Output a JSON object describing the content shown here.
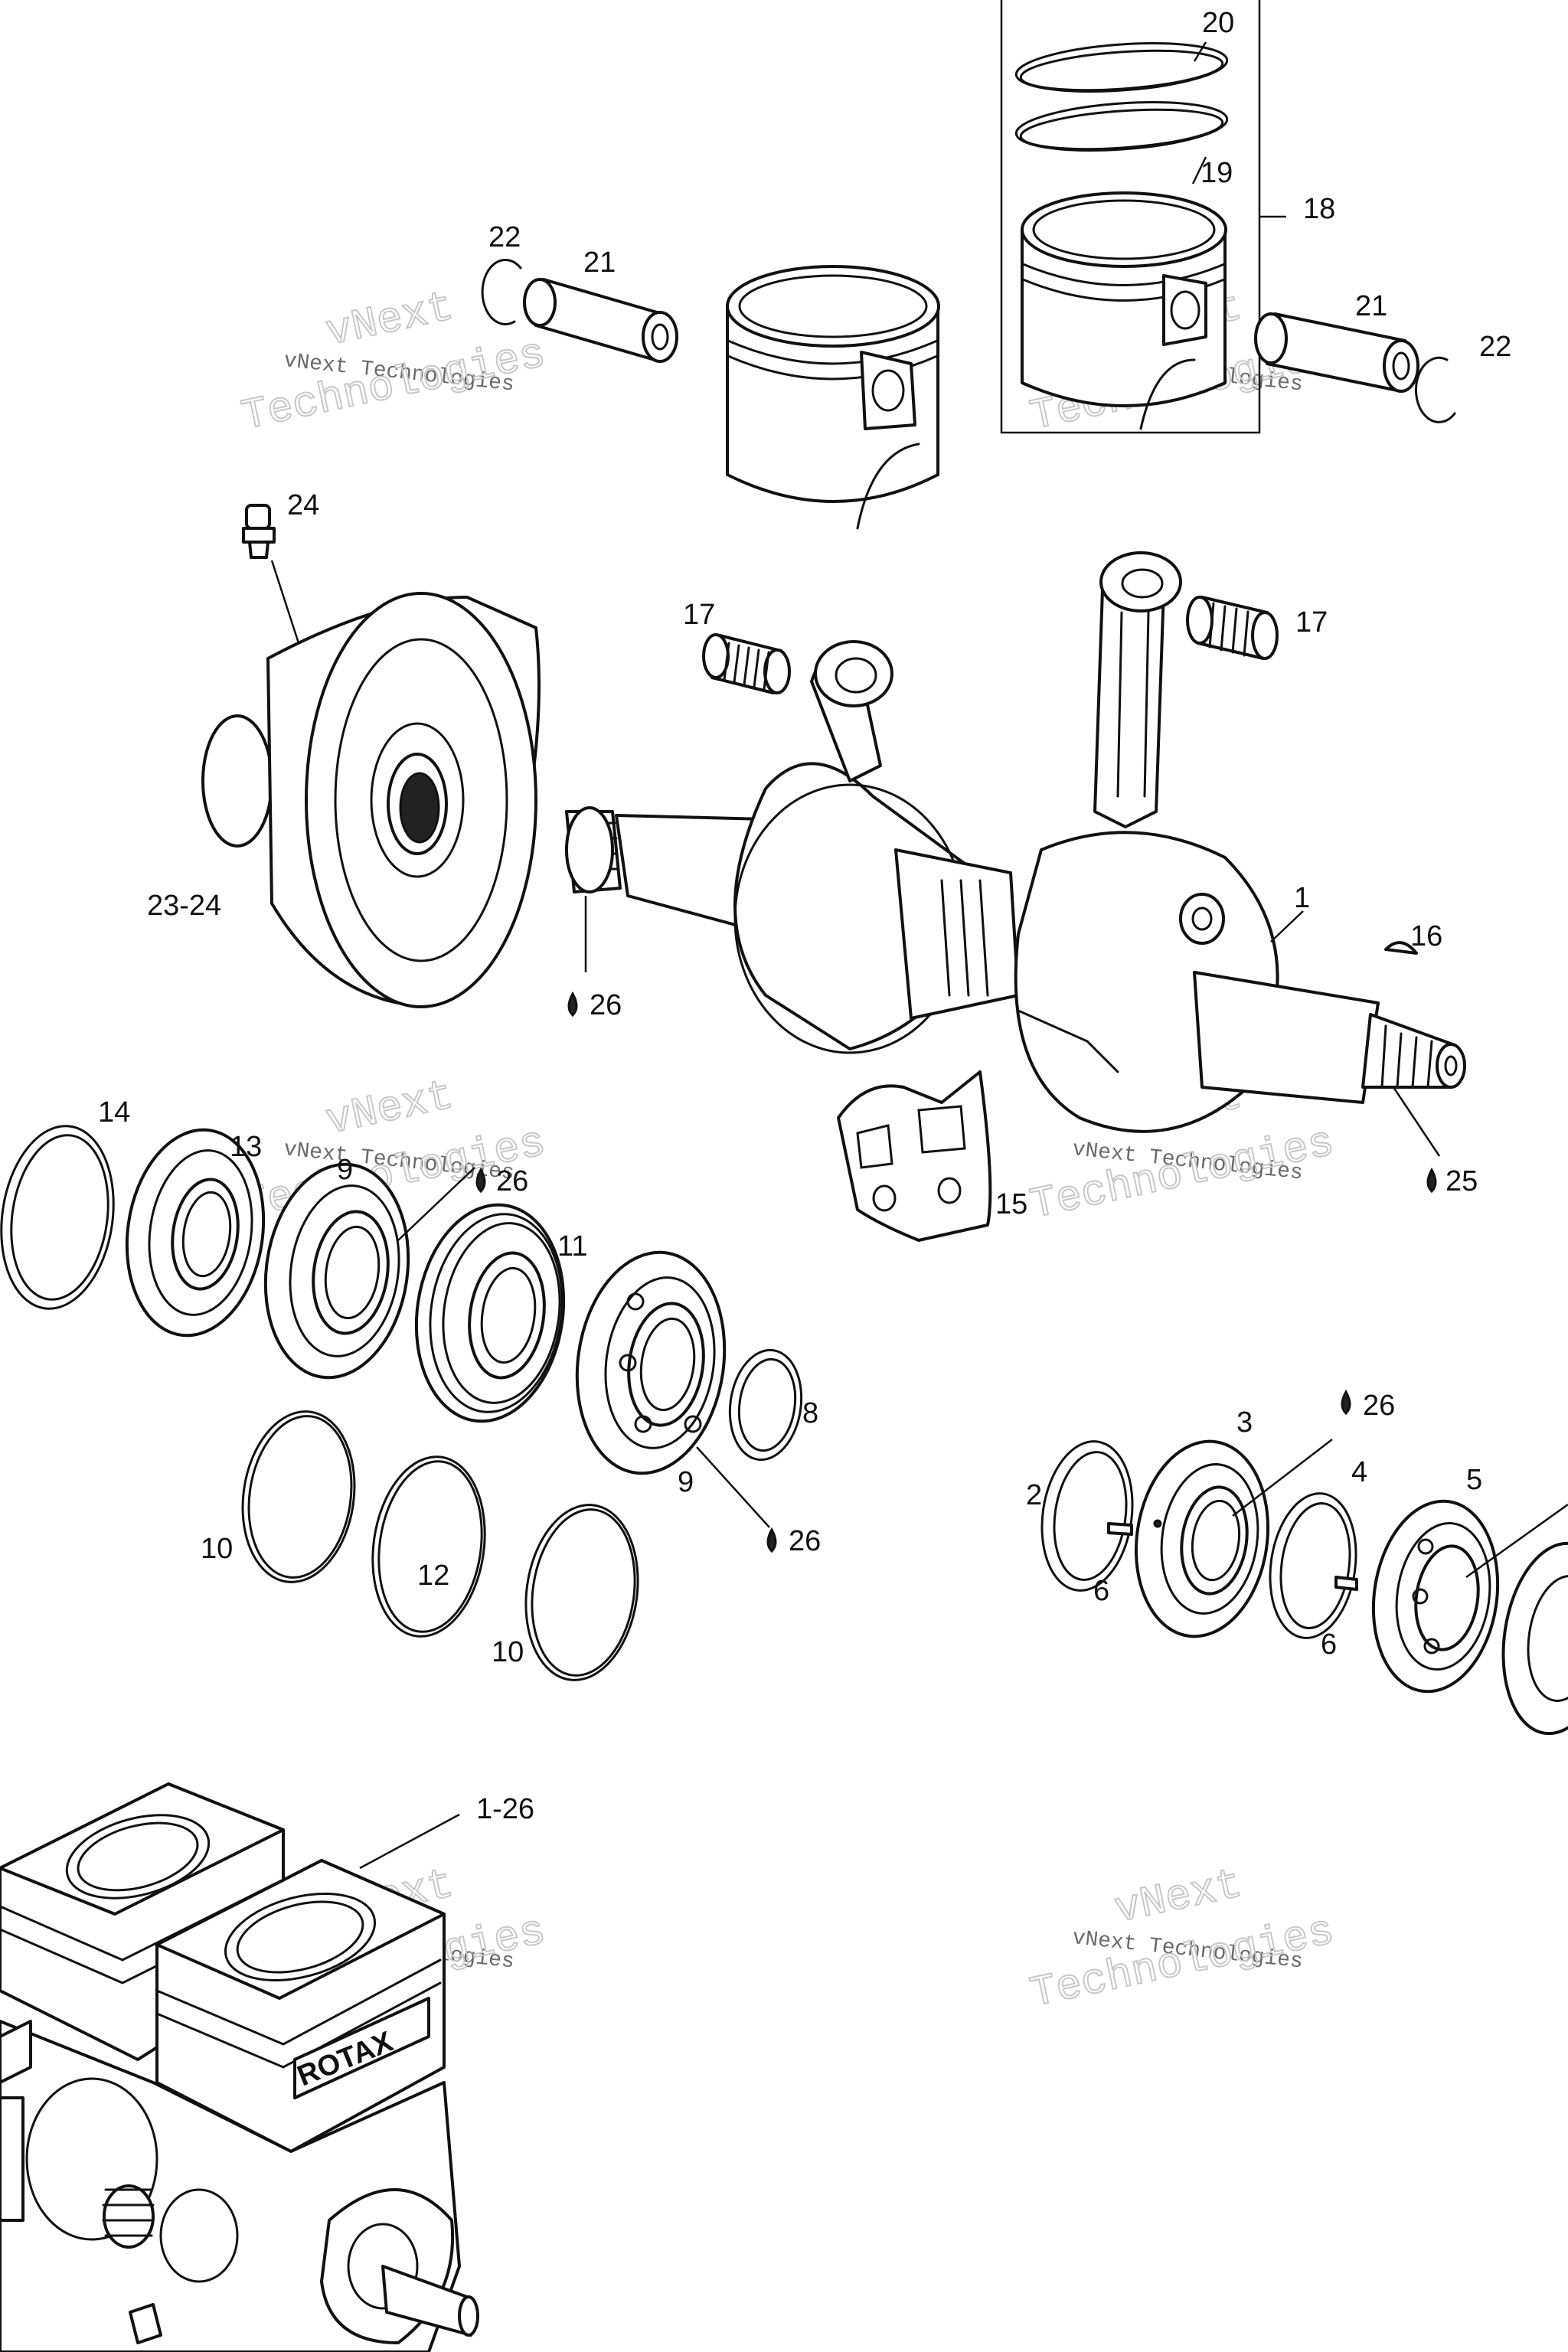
{
  "callouts": {
    "c20": "20",
    "c19": "19",
    "c18": "18",
    "c22a": "22",
    "c21a": "21",
    "c21b": "21",
    "c22b": "22",
    "c24": "24",
    "c17a": "17",
    "c17b": "17",
    "c23_24": "23-24",
    "c1": "1",
    "c16": "16",
    "c26a": "26",
    "c25": "25",
    "c15": "15",
    "c14": "14",
    "c13": "13",
    "c9a": "9",
    "c26b": "26",
    "c11": "11",
    "c8": "8",
    "c9b": "9",
    "c26c": "26",
    "c10a": "10",
    "c12": "12",
    "c10b": "10",
    "c3": "3",
    "c26d": "26",
    "c2": "2",
    "c4": "4",
    "c5": "5",
    "c6a": "6",
    "c6b": "6",
    "c1_26": "1-26"
  },
  "watermark": {
    "brand": "vNext",
    "line_small": "vNext Technologies",
    "line_big": "Technologies"
  },
  "engine_logo": "ROTAX",
  "colors": {
    "ink": "#111111",
    "watermark": "#c8c8c8",
    "paper": "#ffffff"
  }
}
